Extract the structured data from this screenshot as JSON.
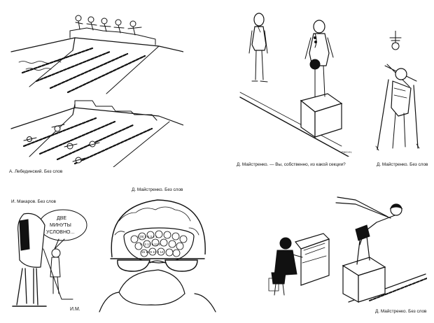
{
  "page": {
    "background": "#ffffff",
    "ink": "#111111"
  },
  "captions": {
    "pool": "А. Лебединский. Без слов",
    "section": "Д. Майстренко. — Вы, собственно, из какой секции?",
    "ski": "Д. Майстренко. Без слов",
    "hockey": "И. Макаров. Без слов",
    "brain": "Д. Майстренко. Без слов",
    "swimmer": "Д. Майстренко. Без слов"
  },
  "hockey_bubble": {
    "lines": [
      "ДВЕ",
      "МИНУТЫ",
      "УСЛОВНО..."
    ]
  },
  "brain_balls": {
    "lines": [
      "7 (9) 4 8 3 2 1",
      "6 13 17 5 12 0",
      "15 11 9 10 8 14"
    ]
  },
  "icons": {
    "pool": "swimming-pool-cartoon",
    "section": "weightlifter-cartoon",
    "ski": "skier-cartoon",
    "hockey": "hockey-player-cartoon",
    "brain": "lottery-brain-cartoon",
    "swimmer": "swimmer-typewriter-cartoon"
  }
}
